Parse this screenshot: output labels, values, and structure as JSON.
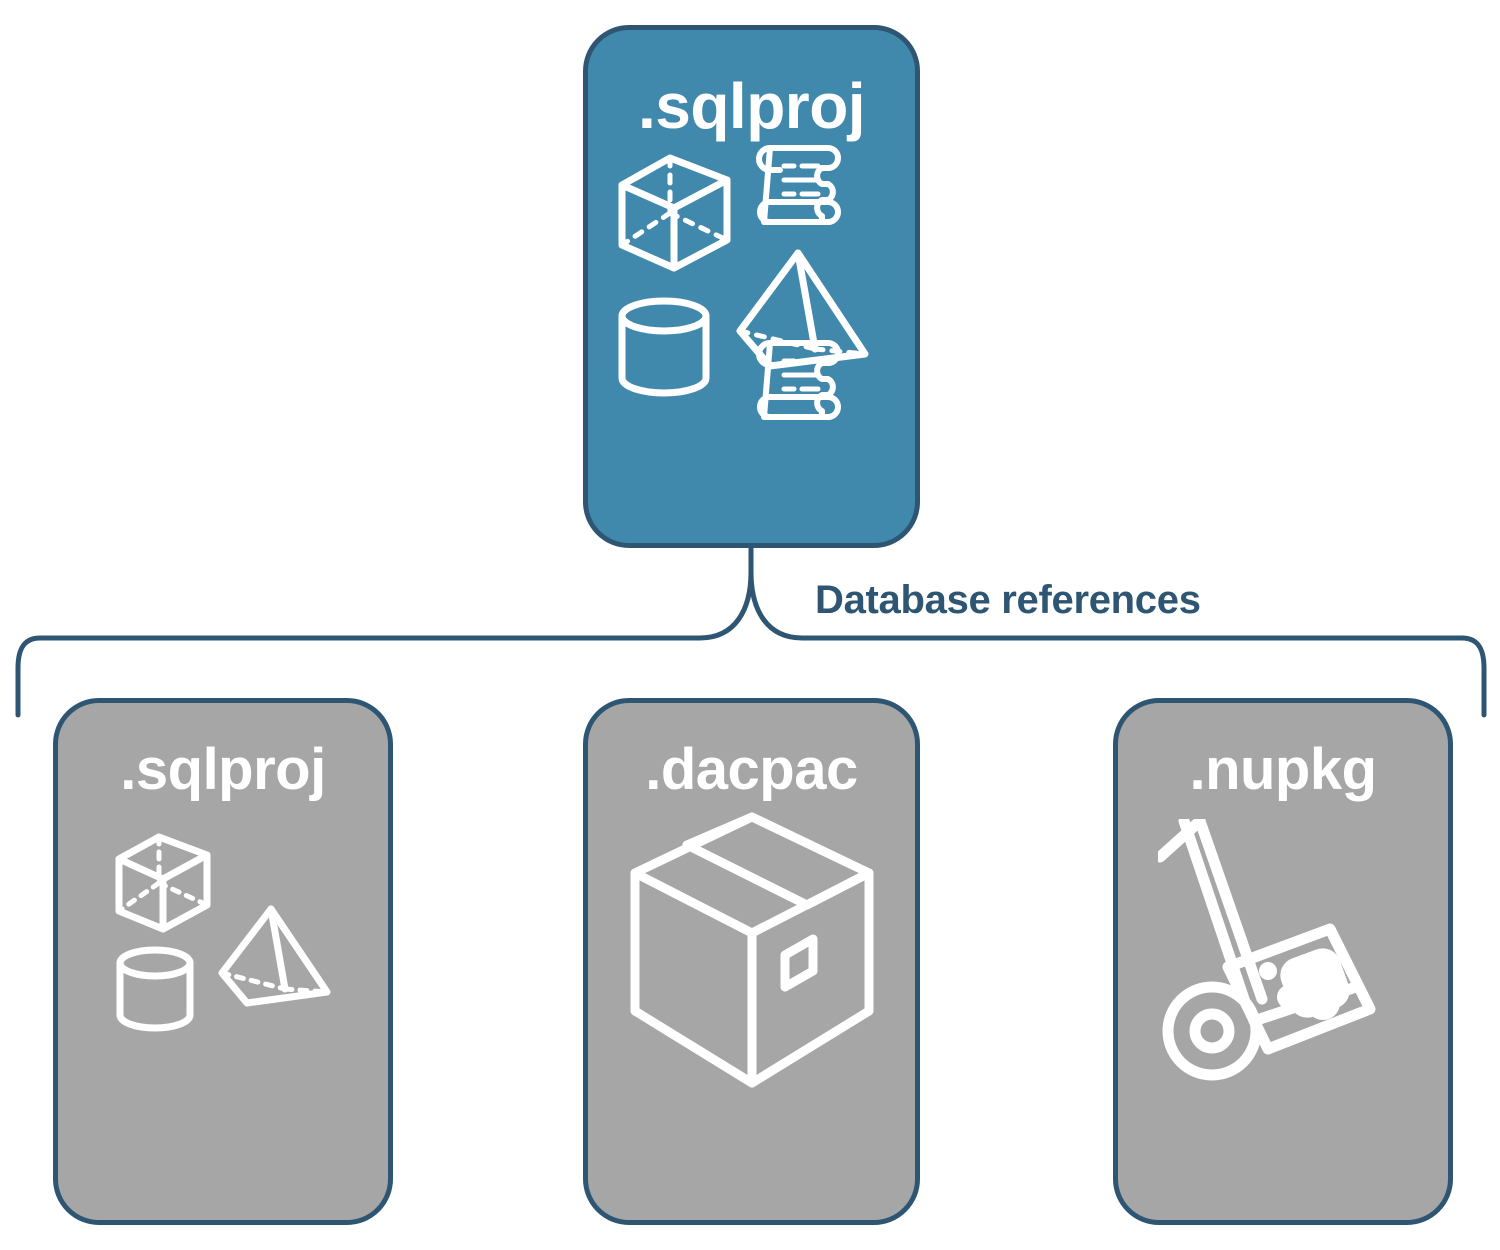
{
  "diagram": {
    "title": "Database references",
    "colors": {
      "primary_fill": "#4189ac",
      "secondary_fill": "#a6a6a6",
      "stroke": "#2e5673",
      "icon": "#ffffff",
      "background": "#ffffff"
    },
    "connector": {
      "label": "Database references",
      "style": "curly-brace"
    },
    "root": {
      "label": ".sqlproj",
      "fill": "primary",
      "icons": [
        "wireframe-cube-icon",
        "script-scroll-icon",
        "wireframe-pyramid-icon",
        "wireframe-cylinder-icon",
        "script-scroll-icon"
      ]
    },
    "references": [
      {
        "label": ".sqlproj",
        "fill": "secondary",
        "icons": [
          "wireframe-cube-icon",
          "wireframe-pyramid-icon",
          "wireframe-cylinder-icon"
        ]
      },
      {
        "label": ".dacpac",
        "fill": "secondary",
        "icons": [
          "shipping-box-icon"
        ]
      },
      {
        "label": ".nupkg",
        "fill": "secondary",
        "icons": [
          "nuget-hand-truck-icon"
        ]
      }
    ]
  }
}
